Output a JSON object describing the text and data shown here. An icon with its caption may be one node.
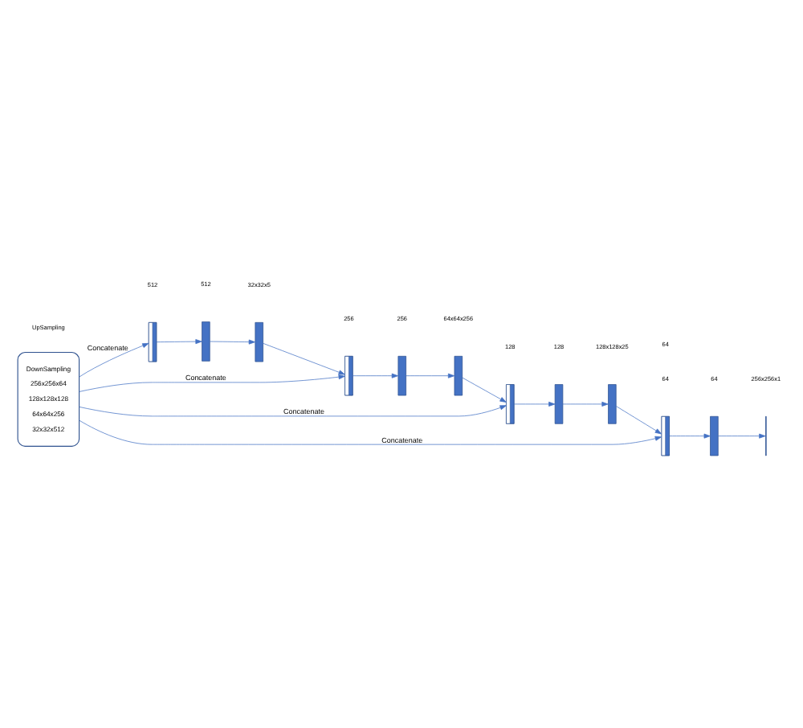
{
  "diagram": {
    "nodes": [
      {
        "text": [
          "DownSampling",
          "256x256x64",
          "128x128x128",
          "64x64x256",
          "32x32x512"
        ]
      },
      {
        "text": [],
        "shape": "bar"
      },
      {
        "text": [],
        "shape": "bar"
      },
      {
        "text": [],
        "shape": "bar"
      },
      {
        "text": [],
        "shape": "bar"
      },
      {
        "text": [],
        "shape": "bar"
      },
      {
        "text": [],
        "shape": "bar"
      },
      {
        "text": [],
        "shape": "bar"
      },
      {
        "text": [],
        "shape": "bar"
      },
      {
        "text": [],
        "shape": "bar"
      },
      {
        "text": [],
        "shape": "bar"
      },
      {
        "text": [],
        "shape": "bar"
      },
      {
        "text": [],
        "shape": "line"
      }
    ],
    "edges": [
      {
        "from": 0,
        "to": 10,
        "arrow": "to",
        "label": "Concatenate"
      },
      {
        "from": 0,
        "to": 7,
        "arrow": "to",
        "label": "Concatenate"
      },
      {
        "from": 0,
        "to": 4,
        "arrow": "to",
        "label": "Concatenate"
      },
      {
        "from": 0,
        "to": 1,
        "arrow": "to",
        "label": "Concatenate"
      },
      {
        "from": 1,
        "to": 2,
        "arrow": "to"
      },
      {
        "from": 2,
        "to": 3,
        "arrow": "to"
      },
      {
        "from": 3,
        "to": 4,
        "arrow": "to"
      },
      {
        "from": 4,
        "to": 5,
        "arrow": "to"
      },
      {
        "from": 5,
        "to": 6,
        "arrow": "to"
      },
      {
        "from": 6,
        "to": 7,
        "arrow": "to"
      },
      {
        "from": 7,
        "to": 8,
        "arrow": "to"
      },
      {
        "from": 8,
        "to": 9,
        "arrow": "to"
      },
      {
        "from": 9,
        "to": 10,
        "arrow": "to"
      },
      {
        "from": 10,
        "to": 11,
        "arrow": "to"
      },
      {
        "from": 11,
        "to": 12,
        "arrow": "to"
      }
    ],
    "labels": [
      "UpSampling",
      "64",
      "64",
      "64",
      "256x256x1",
      "128",
      "128",
      "128x128x25",
      "256",
      "256",
      "64x64x256",
      "512",
      "512",
      "32x32x5"
    ]
  }
}
